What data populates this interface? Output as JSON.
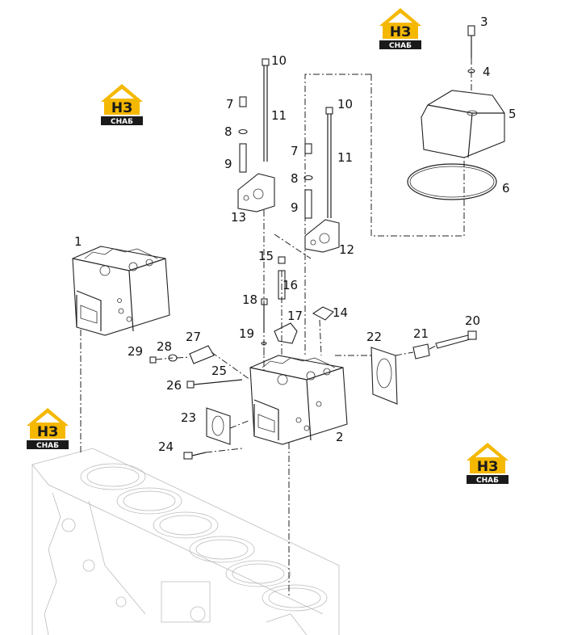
{
  "logo": {
    "letters": "НЗ",
    "word": "СНАБ",
    "colors": {
      "roof": "#f5b800",
      "box": "#f5b800",
      "letters": "#1a1a1a",
      "band": "#1a1a1a",
      "band_text": "#ffffff"
    }
  },
  "part_labels": [
    "1",
    "2",
    "3",
    "4",
    "5",
    "6",
    "7",
    "7",
    "8",
    "8",
    "9",
    "9",
    "10",
    "10",
    "11",
    "11",
    "12",
    "13",
    "14",
    "15",
    "16",
    "17",
    "18",
    "19",
    "20",
    "21",
    "22",
    "23",
    "24",
    "25",
    "26",
    "27",
    "28",
    "29"
  ]
}
